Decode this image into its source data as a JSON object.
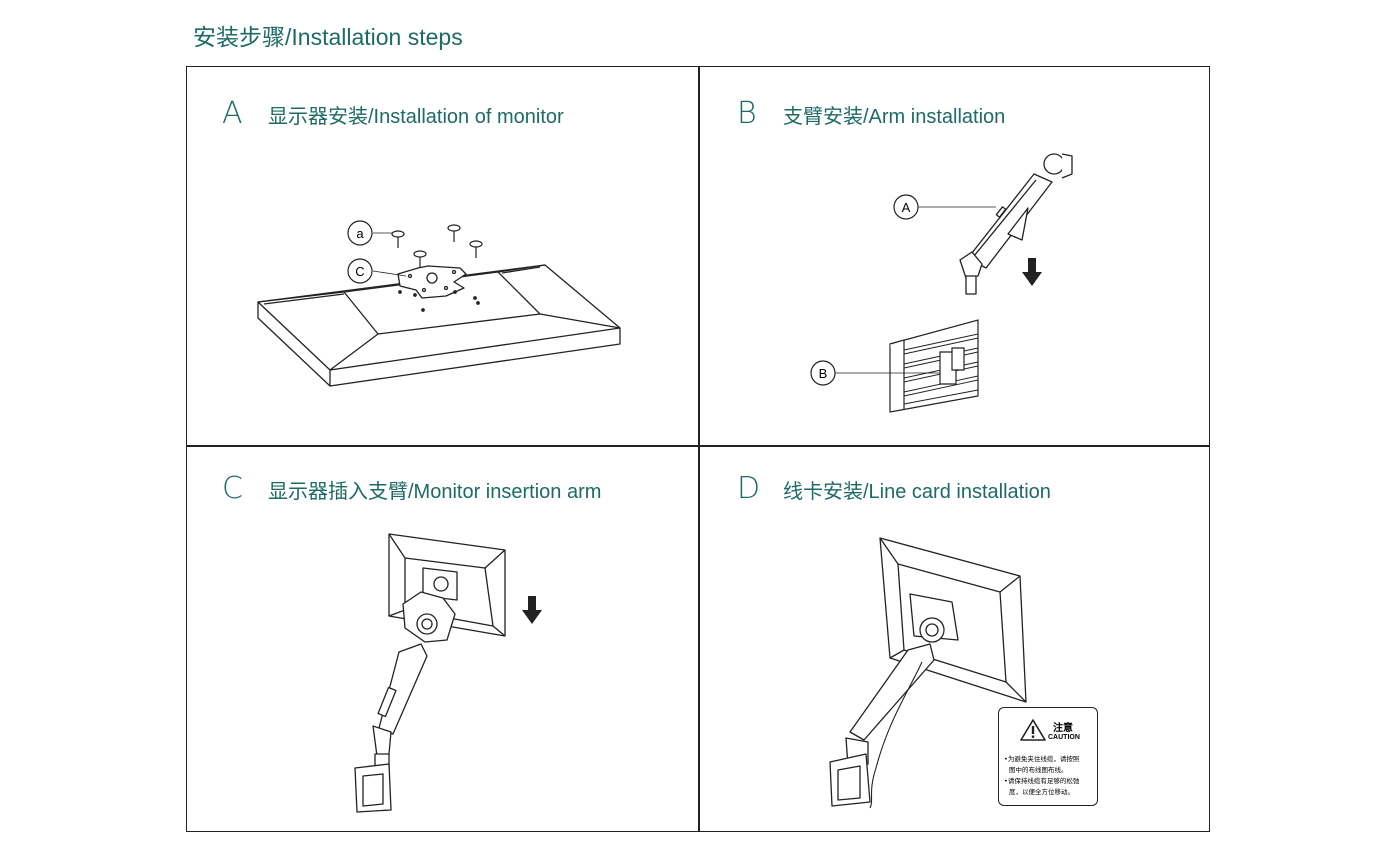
{
  "page": {
    "title": "安装步骤/Installation steps"
  },
  "panels": [
    {
      "letter": "A",
      "label": "显示器安装/Installation of monitor",
      "callouts": [
        "a",
        "C"
      ]
    },
    {
      "letter": "B",
      "label": "支臂安装/Arm installation",
      "callouts": [
        "A",
        "B"
      ]
    },
    {
      "letter": "C",
      "label": "显示器插入支臂/Monitor insertion arm"
    },
    {
      "letter": "D",
      "label": "线卡安装/Line card installation"
    }
  ],
  "caution": {
    "title": "注意",
    "subtitle": "CAUTION",
    "lines": [
      "•为避免夹住线缆，请按照",
      "图中的布线图布线。",
      "•请保持线缆有足够的松弛",
      "度，以便全方位移动。"
    ]
  },
  "colors": {
    "heading": "#1d6a66",
    "line_art": "#222222",
    "border": "#222222"
  },
  "icons": [
    "arrow-down-icon",
    "warning-triangle-icon"
  ]
}
